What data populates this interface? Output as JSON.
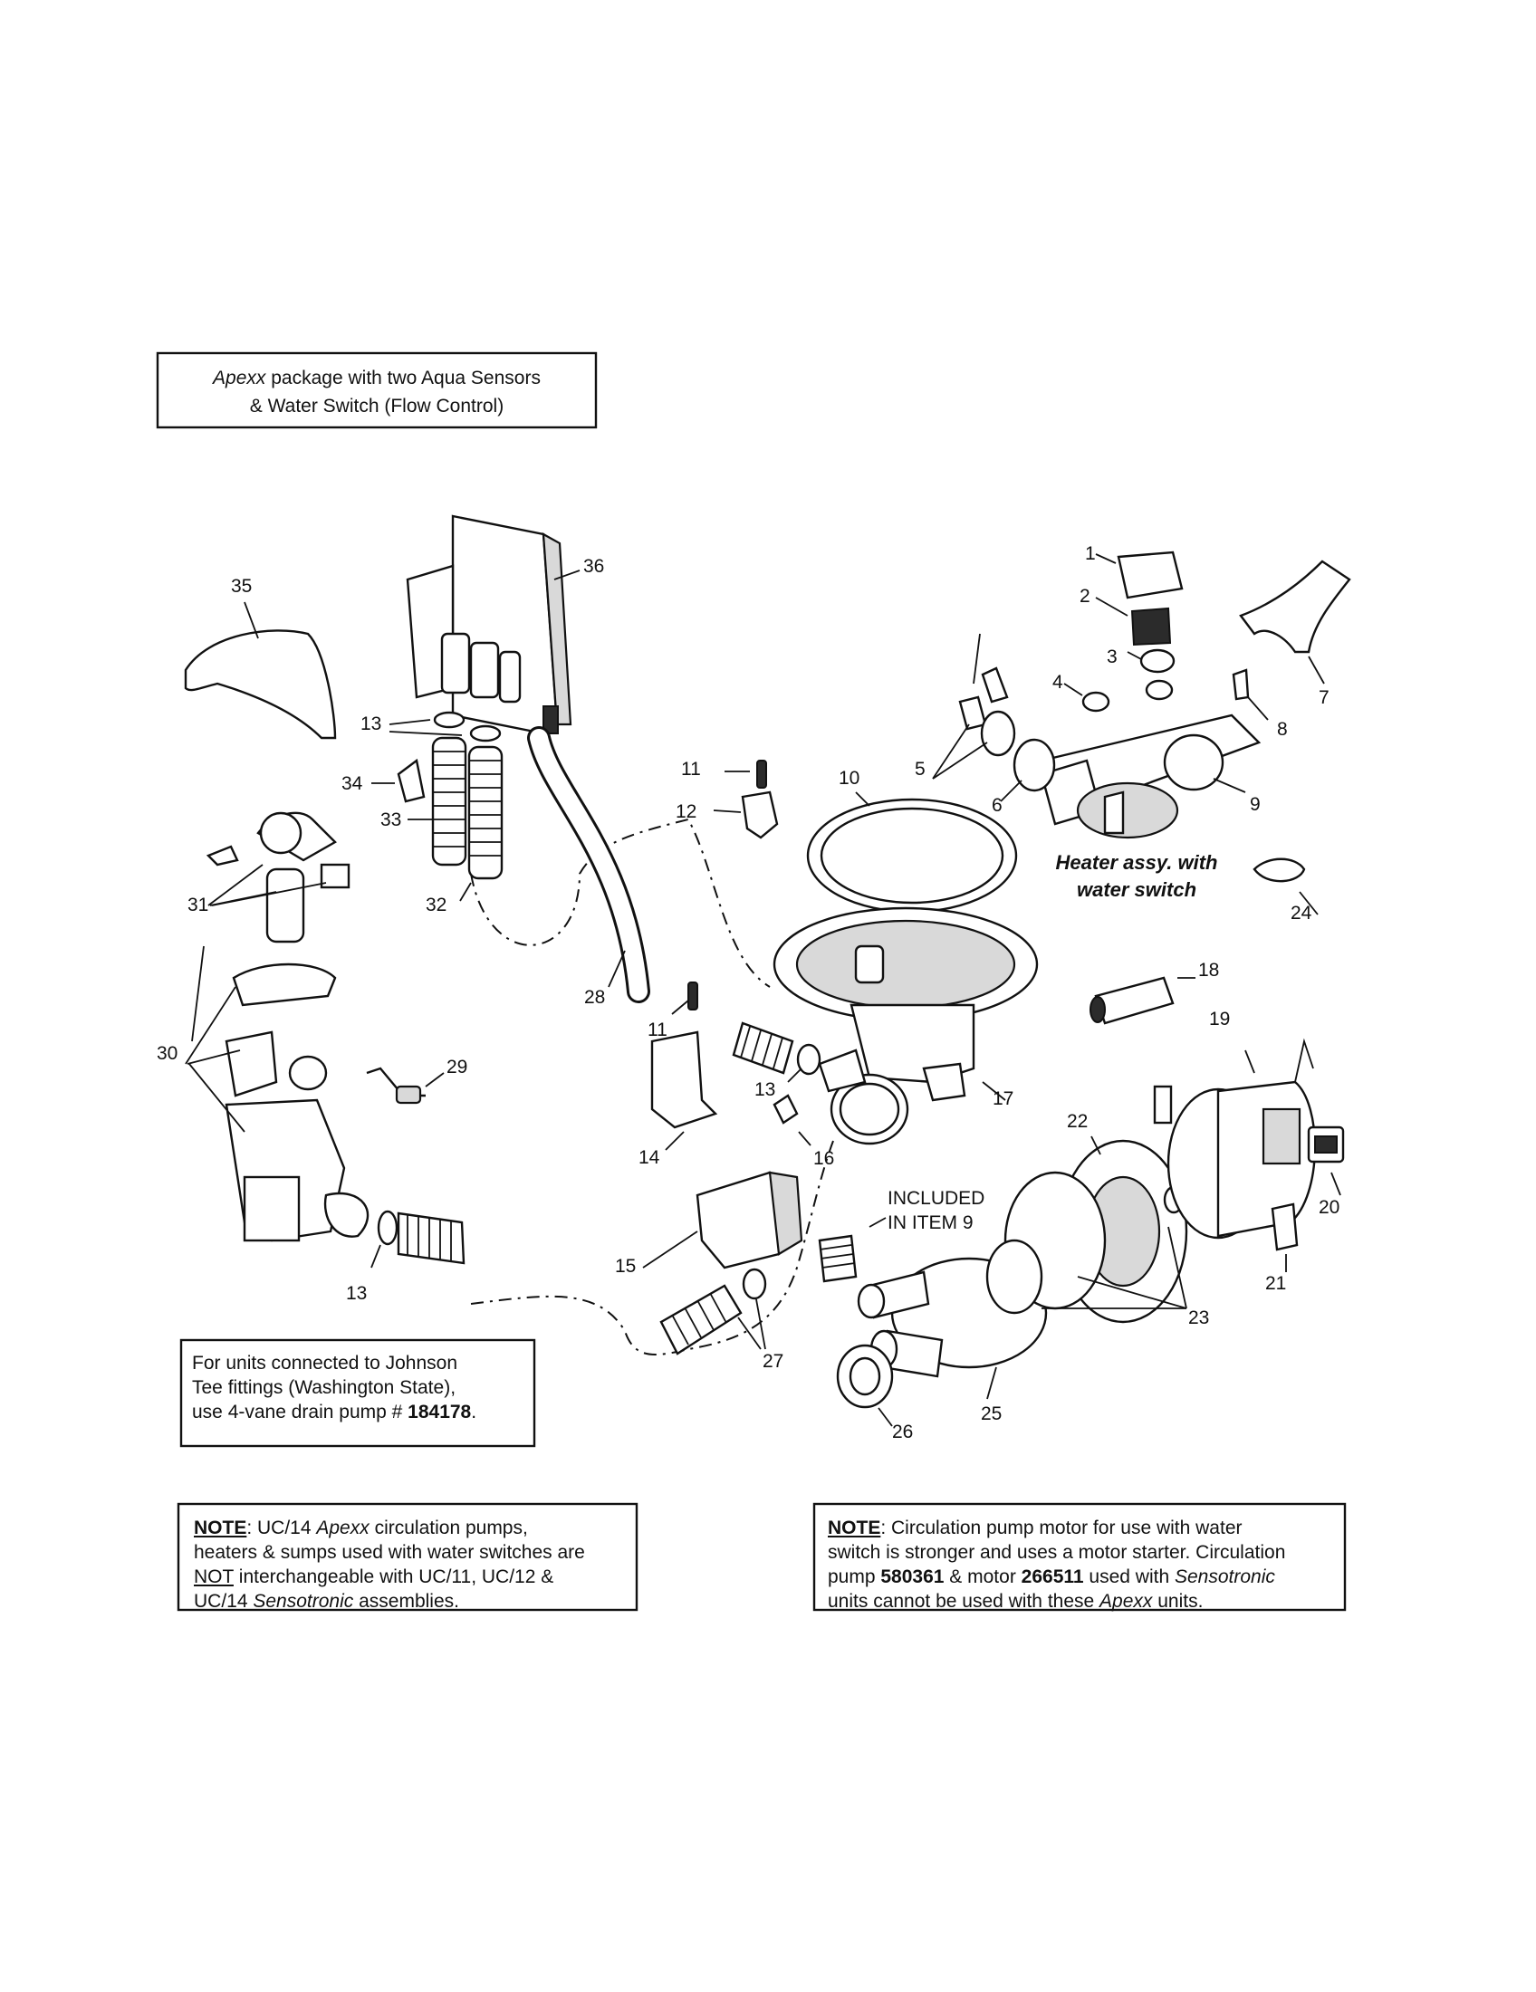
{
  "header_box": {
    "line1_italic": "Apexx",
    "line1_rest": " package with two Aqua Sensors",
    "line2": "& Water Switch (Flow Control)"
  },
  "caption": {
    "line1": "Heater assy. with",
    "line2": "water switch"
  },
  "included_label": {
    "line1": "INCLUDED",
    "line2": "IN ITEM 9"
  },
  "callouts": [
    "1",
    "2",
    "3",
    "4",
    "5",
    "6",
    "7",
    "8",
    "9",
    "10",
    "11",
    "12",
    "13",
    "14",
    "15",
    "16",
    "17",
    "18",
    "19",
    "20",
    "21",
    "22",
    "23",
    "24",
    "25",
    "26",
    "27",
    "28",
    "29",
    "30",
    "31",
    "32",
    "33",
    "34",
    "35",
    "36"
  ],
  "note_johnson": {
    "line1": "For units connected to Johnson",
    "line2": "Tee fittings (Washington State),",
    "line3_pre": "use 4-vane drain pump # ",
    "line3_bold": "184178",
    "line3_post": "."
  },
  "note_left": {
    "label": "NOTE",
    "l1_a": ":   UC/14 ",
    "l1_i": "Apexx",
    "l1_b": " circulation pumps,",
    "l2": "heaters & sumps used with water switches are",
    "l3_u": "NOT",
    "l3_b": " interchangeable with UC/11, UC/12 &",
    "l4_a": "UC/14 ",
    "l4_i": "Sensotronic",
    "l4_b": " assemblies."
  },
  "note_right": {
    "label": "NOTE",
    "l1": ":  Circulation pump motor for use with water",
    "l2": "switch is stronger and uses a motor starter.  Circulation",
    "l3_a": "pump ",
    "l3_b1": "580361",
    "l3_c": " & motor ",
    "l3_b2": "266511",
    "l3_d": " used with ",
    "l3_i": "Sensotronic",
    "l4_a": "units cannot be used with these ",
    "l4_i": "Apexx",
    "l4_b": " units."
  }
}
